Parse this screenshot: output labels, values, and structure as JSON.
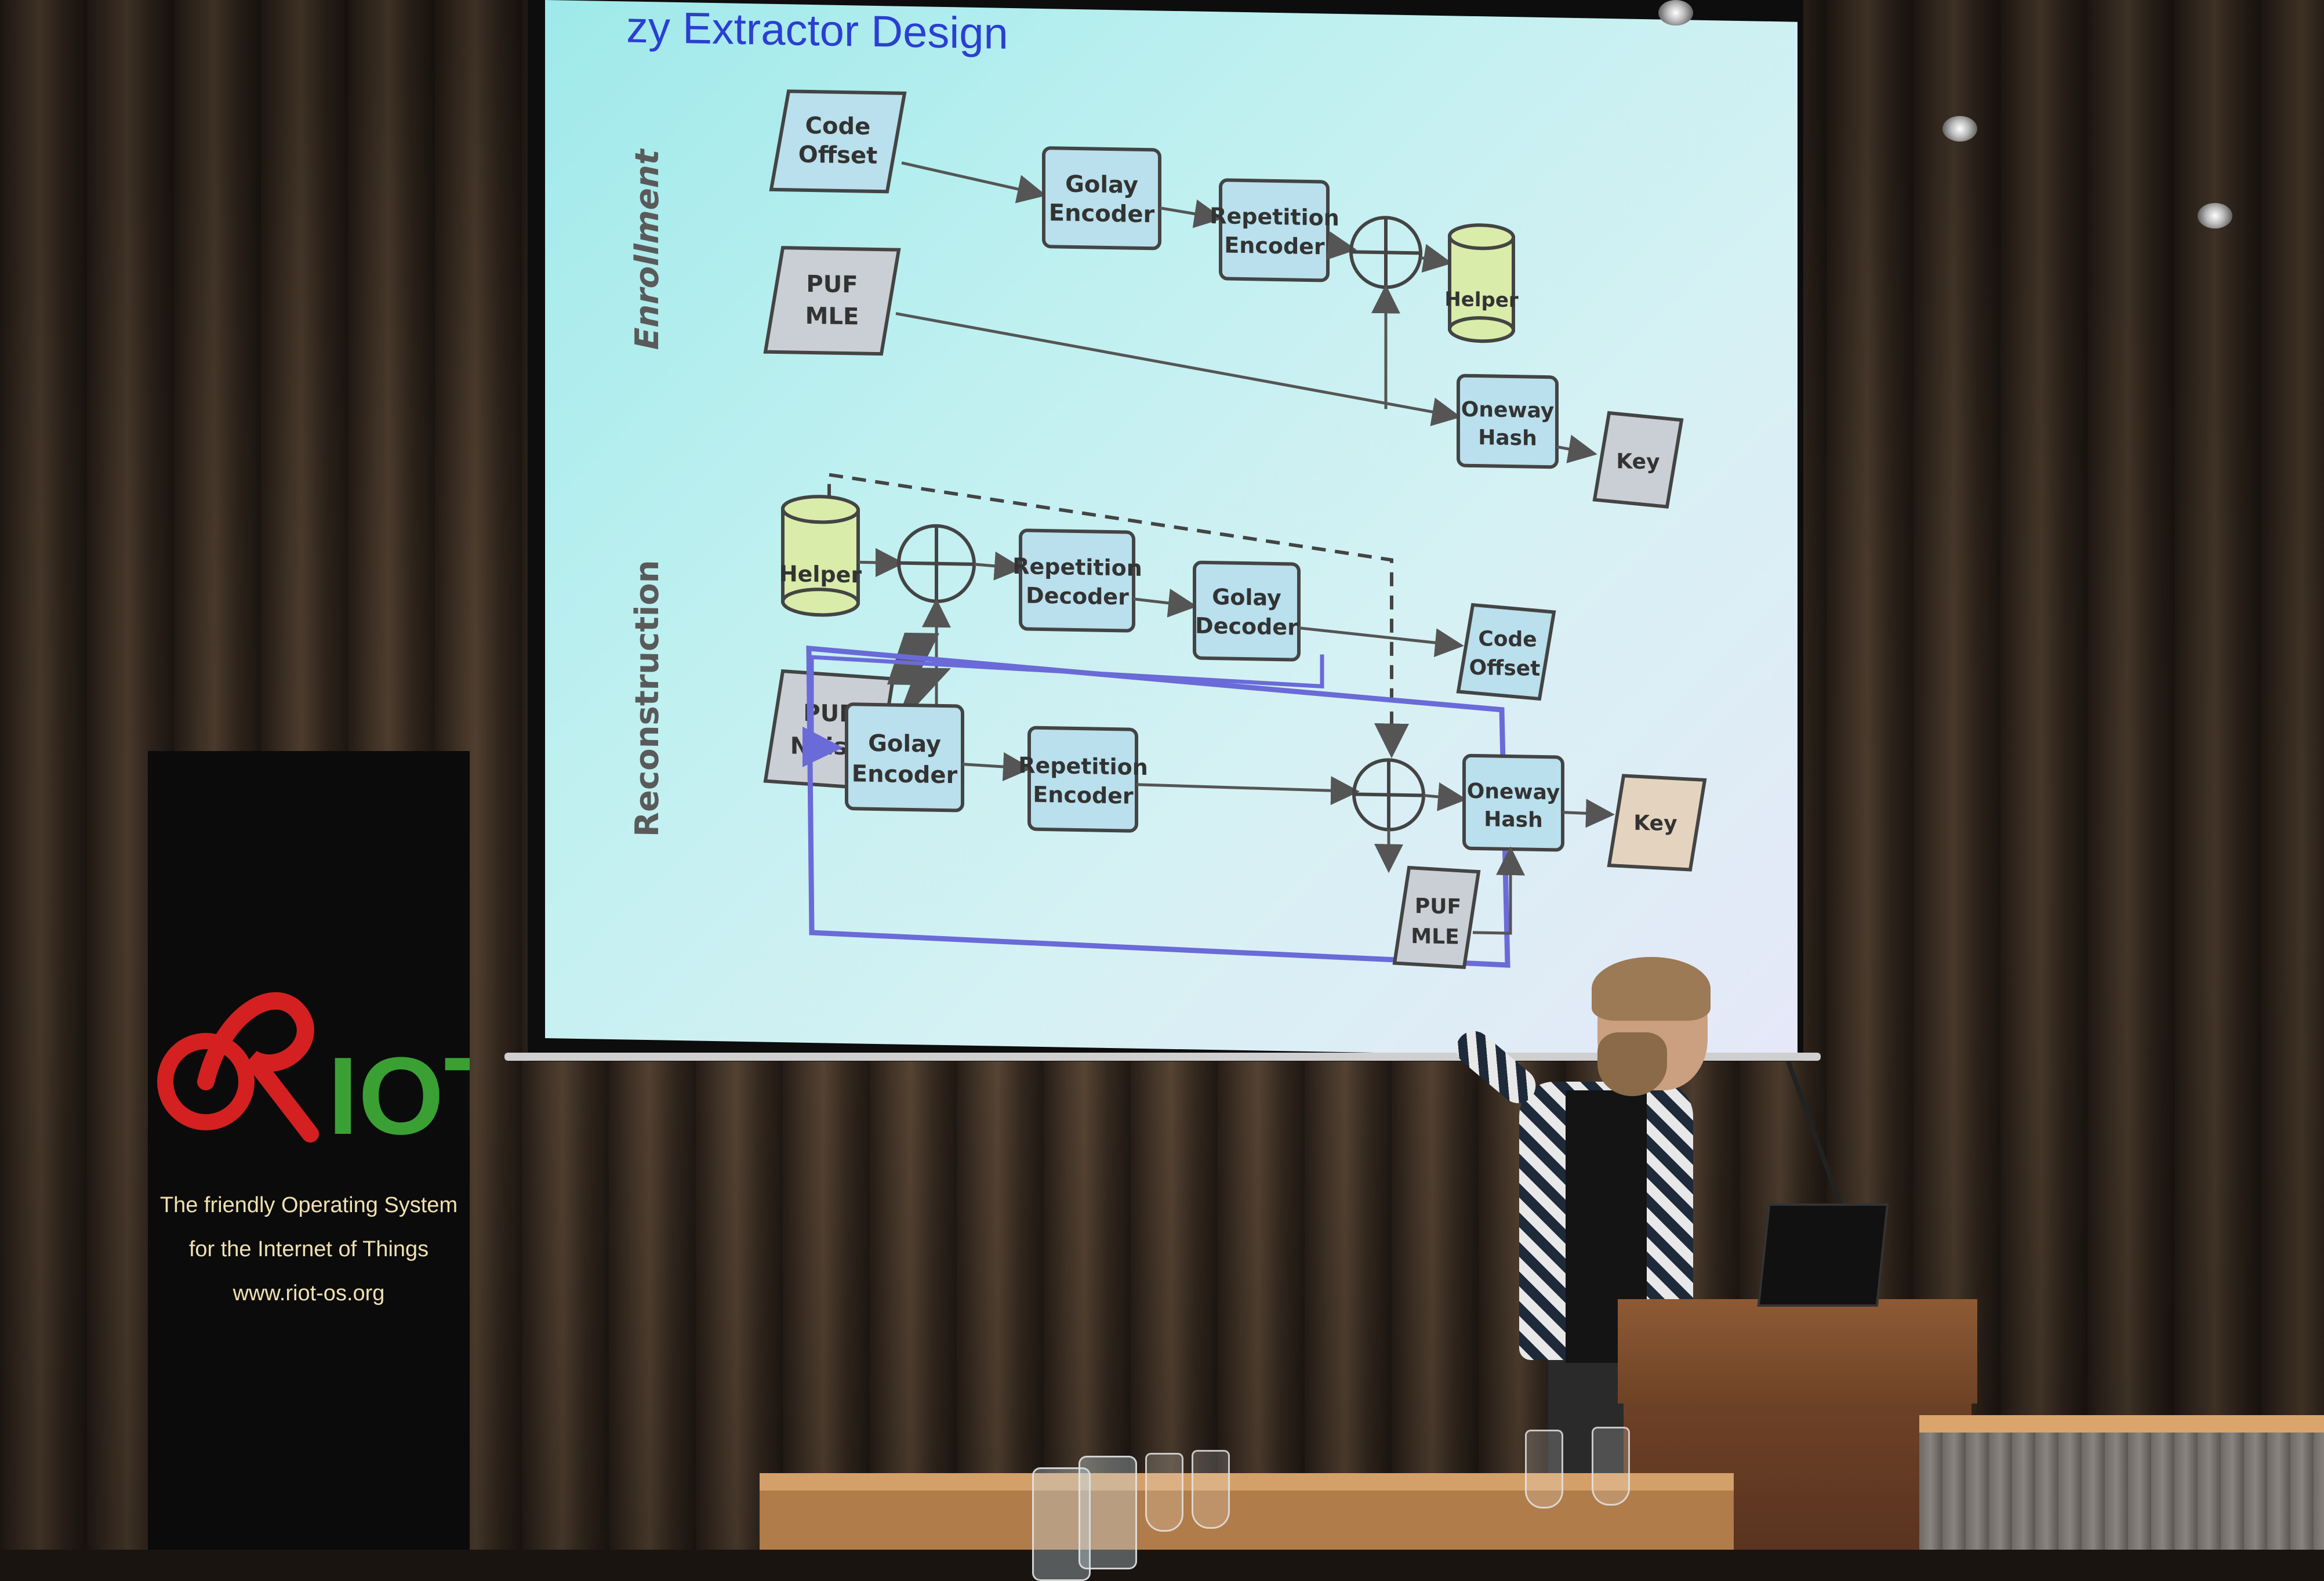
{
  "slide": {
    "title": "zy Extractor Design",
    "enrollment": {
      "section_label": "Enrollment",
      "code_offset": [
        "Code",
        "Offset"
      ],
      "golay_encoder": [
        "Golay",
        "Encoder"
      ],
      "repetition_encoder": [
        "Repetition",
        "Encoder"
      ],
      "helper": "Helper",
      "puf_mle": [
        "PUF",
        "MLE"
      ],
      "oneway_hash": [
        "Oneway",
        "Hash"
      ],
      "key": "Key"
    },
    "reconstruction": {
      "section_label": "Reconstruction",
      "helper": "Helper",
      "repetition_decoder": [
        "Repetition",
        "Decoder"
      ],
      "golay_decoder": [
        "Golay",
        "Decoder"
      ],
      "code_offset": [
        "Code",
        "Offset"
      ],
      "puf_noisy": [
        "PUF",
        "Noisy"
      ],
      "golay_encoder": [
        "Golay",
        "Encoder"
      ],
      "repetition_encoder": [
        "Repetition",
        "Encoder"
      ],
      "oneway_hash": [
        "Oneway",
        "Hash"
      ],
      "key": "Key",
      "puf_mle": [
        "PUF",
        "MLE"
      ]
    }
  },
  "banner": {
    "logo_r": "R",
    "logo_iot": "IOT",
    "tagline": [
      "The friendly Operating System",
      "for the Internet of Things",
      "www.riot-os.org"
    ]
  },
  "colors": {
    "slide_blue": "#2b3fd1",
    "box_fill": "#b9e0ec",
    "box_gray": "#c9cfd4",
    "helper_green": "#d9ecaa",
    "key_tan": "#e4d4bf",
    "highlight_purple": "#6a6ad8",
    "riot_red": "#d42020",
    "riot_green": "#3aa034"
  }
}
